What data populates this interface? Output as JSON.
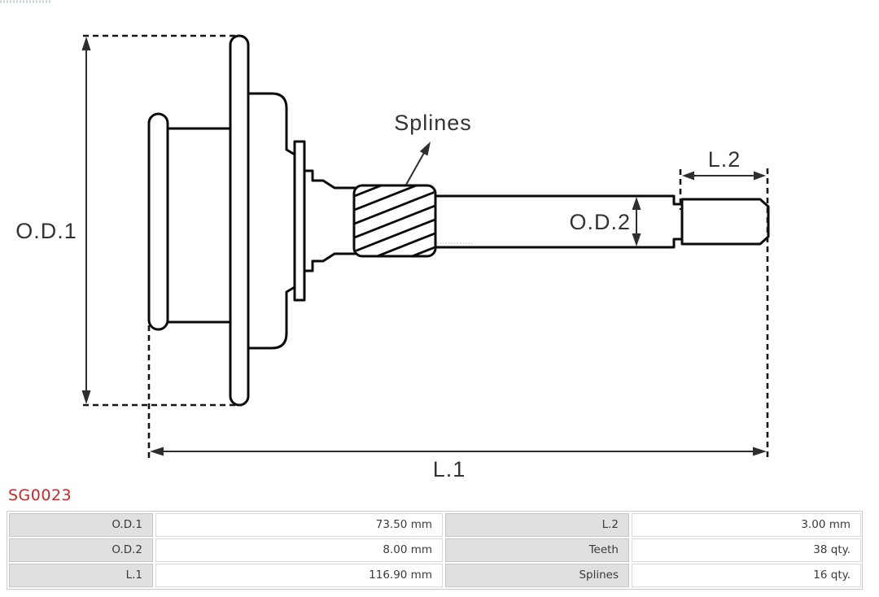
{
  "drawing": {
    "labels": {
      "od1": "O.D.1",
      "od2": "O.D.2",
      "l1": "L.1",
      "l2": "L.2",
      "splines_callout": "Splines"
    }
  },
  "part_code": "SG0023",
  "spec_table": {
    "rows": [
      [
        "O.D.1",
        "73.50 mm",
        "L.2",
        "3.00 mm"
      ],
      [
        "O.D.2",
        "8.00 mm",
        "Teeth",
        "38 qty."
      ],
      [
        "L.1",
        "116.90 mm",
        "Splines",
        "16 qty."
      ]
    ]
  },
  "colors": {
    "part_code_red": "#c42a2a",
    "outline_black": "#0a0a0a",
    "dimension_gray": "#2e2e2e",
    "table_label_bg": "#e0e0e0",
    "table_border": "#c6c6c6"
  }
}
